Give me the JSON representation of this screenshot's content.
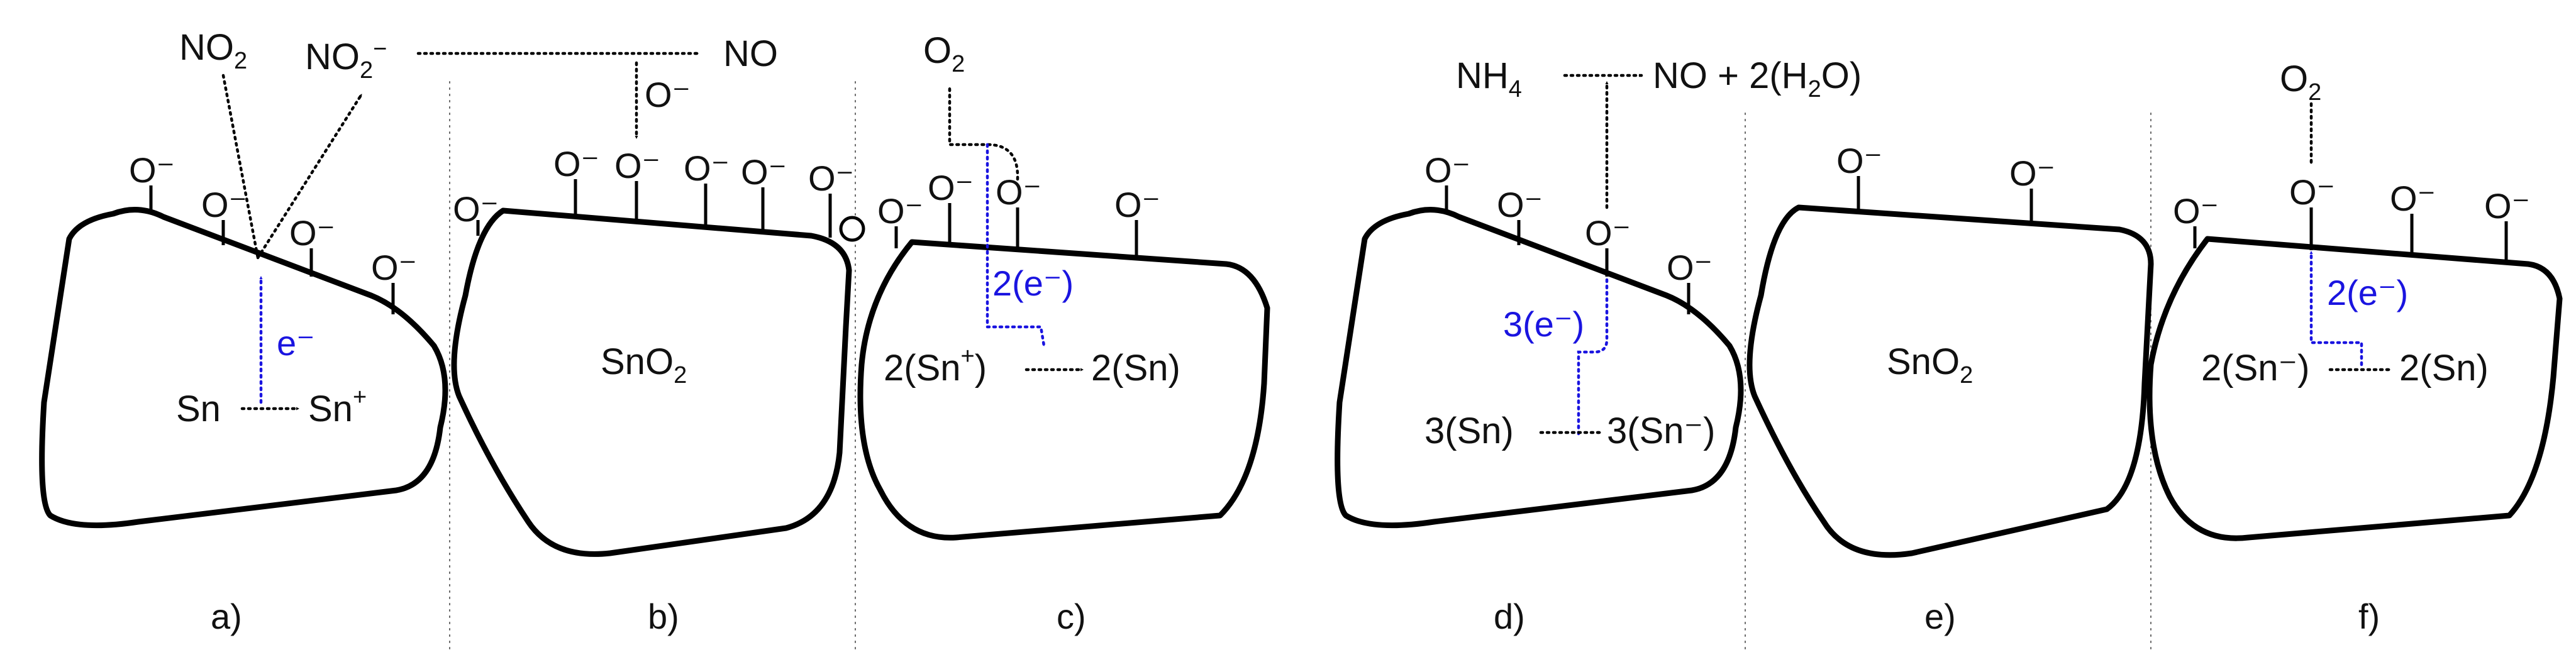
{
  "panels": {
    "a": {
      "label": "a)",
      "gas_left": "NO",
      "gas_left_sub": "2",
      "ion": "NO",
      "ion_sub": "2",
      "ion_sup": "−",
      "electron": "e⁻",
      "reactant": "Sn",
      "product": "Sn",
      "product_sup": "+"
    },
    "b": {
      "label": "b)",
      "grain": "SnO",
      "grain_sub": "2",
      "product_gas": "NO",
      "oxygen": "O⁻"
    },
    "c": {
      "label": "c)",
      "gas": "O",
      "gas_sub": "2",
      "electrons": "2(e⁻)",
      "reactant": "2(Sn",
      "reactant_sup": "+",
      "reactant_close": ")",
      "product": "2(Sn)"
    },
    "d": {
      "label": "d)",
      "gas": "NH",
      "gas_sub": "4",
      "product": "NO + 2(H",
      "product_sub": "2",
      "product_close": "O)",
      "electrons": "3(e⁻)",
      "reactant": "3(Sn)",
      "result": "3(Sn⁻)"
    },
    "e": {
      "label": "e)",
      "grain": "SnO",
      "grain_sub": "2"
    },
    "f": {
      "label": "f)",
      "gas": "O",
      "gas_sub": "2",
      "electrons": "2(e⁻)",
      "reactant": "2(Sn⁻)",
      "product": "2(Sn)"
    }
  },
  "surface_species": "O⁻",
  "colors": {
    "electron": "#1a14e0",
    "outline": "#000000",
    "separator": "#666666"
  }
}
